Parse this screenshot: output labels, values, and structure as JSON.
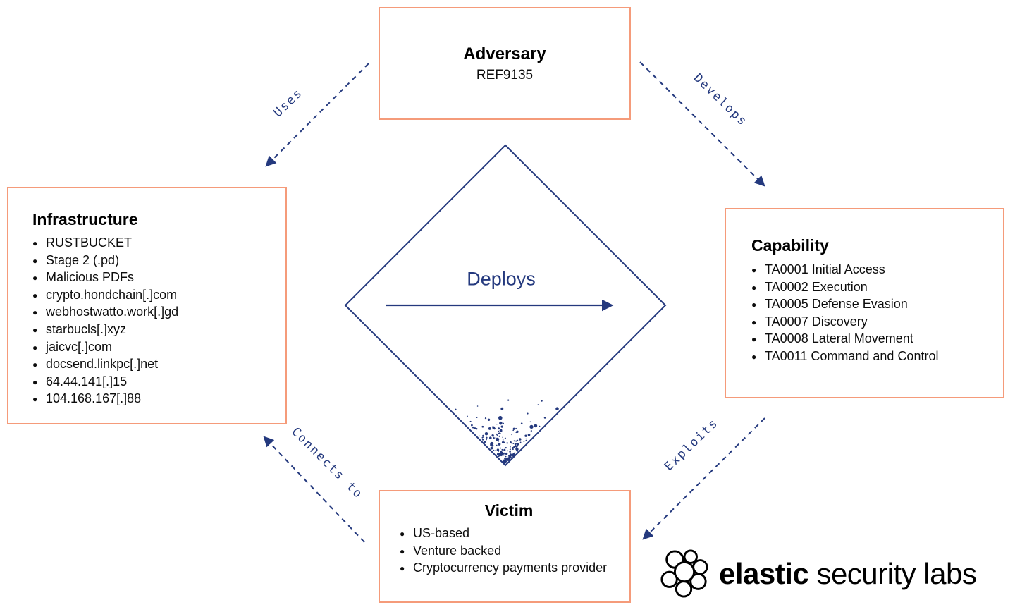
{
  "colors": {
    "accent_border": "#F59B7A",
    "navy": "#24397E",
    "text": "#111111"
  },
  "nodes": {
    "adversary": {
      "title": "Adversary",
      "subtitle": "REF9135"
    },
    "infrastructure": {
      "title": "Infrastructure",
      "items": [
        "RUSTBUCKET",
        "Stage 2 (.pd)",
        "Malicious PDFs",
        "crypto.hondchain[.]com",
        "webhostwatto.work[.]gd",
        "starbucls[.]xyz",
        "jaicvc[.]com",
        "docsend.linkpc[.]net",
        "64.44.141[.]15",
        "104.168.167[.]88"
      ]
    },
    "capability": {
      "title": "Capability",
      "items": [
        "TA0001 Initial Access",
        "TA0002 Execution",
        "TA0005 Defense Evasion",
        "TA0007 Discovery",
        "TA0008 Lateral Movement",
        "TA0011 Command and Control"
      ]
    },
    "victim": {
      "title": "Victim",
      "items": [
        "US-based",
        "Venture backed",
        "Cryptocurrency payments provider"
      ]
    }
  },
  "center": {
    "label": "Deploys"
  },
  "edges": {
    "uses": "Uses",
    "develops": "Develops",
    "connects_to": "Connects to",
    "exploits": "Exploits"
  },
  "logo": {
    "brand": "elastic",
    "suffix": "security labs"
  }
}
